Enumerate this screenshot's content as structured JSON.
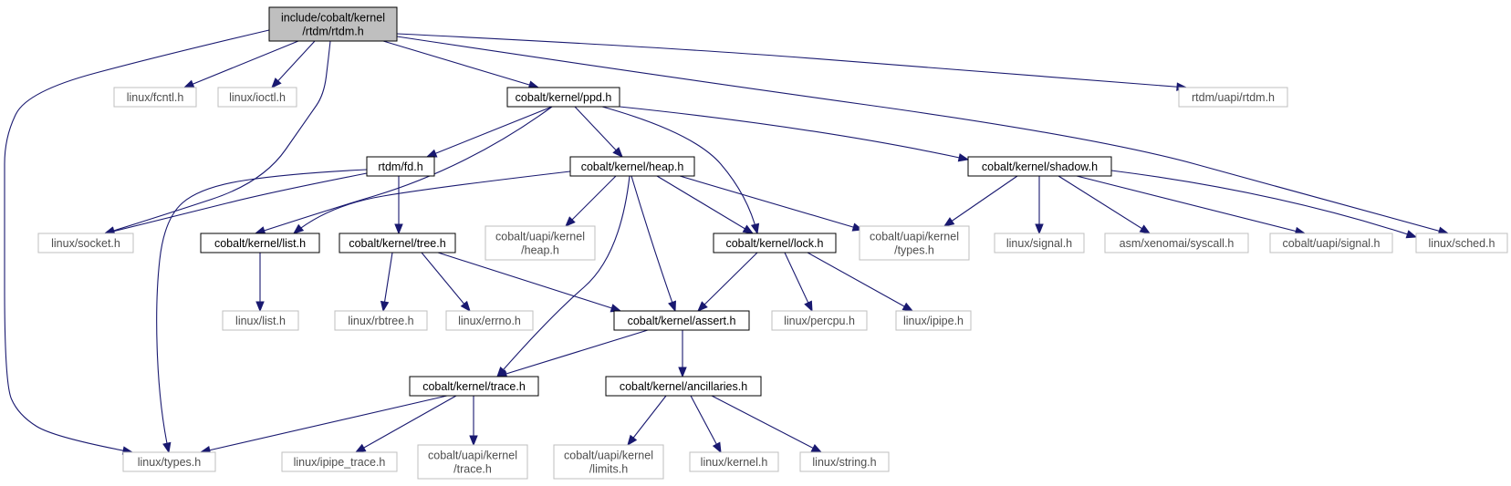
{
  "graph": {
    "nodes": {
      "rtdm_h": {
        "lines": [
          "include/cobalt/kernel",
          "/rtdm/rtdm.h"
        ],
        "style": "root"
      },
      "fcntl": {
        "lines": [
          "linux/fcntl.h"
        ],
        "style": "external"
      },
      "ioctl": {
        "lines": [
          "linux/ioctl.h"
        ],
        "style": "external"
      },
      "ppd": {
        "lines": [
          "cobalt/kernel/ppd.h"
        ],
        "style": "documented"
      },
      "uapi_rtdm": {
        "lines": [
          "rtdm/uapi/rtdm.h"
        ],
        "style": "external"
      },
      "fd": {
        "lines": [
          "rtdm/fd.h"
        ],
        "style": "documented"
      },
      "heap": {
        "lines": [
          "cobalt/kernel/heap.h"
        ],
        "style": "documented"
      },
      "shadow": {
        "lines": [
          "cobalt/kernel/shadow.h"
        ],
        "style": "documented"
      },
      "socket": {
        "lines": [
          "linux/socket.h"
        ],
        "style": "external"
      },
      "list": {
        "lines": [
          "cobalt/kernel/list.h"
        ],
        "style": "documented"
      },
      "tree": {
        "lines": [
          "cobalt/kernel/tree.h"
        ],
        "style": "documented"
      },
      "uapi_heap": {
        "lines": [
          "cobalt/uapi/kernel",
          "/heap.h"
        ],
        "style": "external"
      },
      "lock": {
        "lines": [
          "cobalt/kernel/lock.h"
        ],
        "style": "documented"
      },
      "uapi_types": {
        "lines": [
          "cobalt/uapi/kernel",
          "/types.h"
        ],
        "style": "external"
      },
      "signal": {
        "lines": [
          "linux/signal.h"
        ],
        "style": "external"
      },
      "syscall": {
        "lines": [
          "asm/xenomai/syscall.h"
        ],
        "style": "external"
      },
      "uapi_signal": {
        "lines": [
          "cobalt/uapi/signal.h"
        ],
        "style": "external"
      },
      "sched": {
        "lines": [
          "linux/sched.h"
        ],
        "style": "external"
      },
      "linux_list": {
        "lines": [
          "linux/list.h"
        ],
        "style": "external"
      },
      "rbtree": {
        "lines": [
          "linux/rbtree.h"
        ],
        "style": "external"
      },
      "errno": {
        "lines": [
          "linux/errno.h"
        ],
        "style": "external"
      },
      "assert": {
        "lines": [
          "cobalt/kernel/assert.h"
        ],
        "style": "documented"
      },
      "percpu": {
        "lines": [
          "linux/percpu.h"
        ],
        "style": "external"
      },
      "ipipe": {
        "lines": [
          "linux/ipipe.h"
        ],
        "style": "external"
      },
      "trace": {
        "lines": [
          "cobalt/kernel/trace.h"
        ],
        "style": "documented"
      },
      "ancillaries": {
        "lines": [
          "cobalt/kernel/ancillaries.h"
        ],
        "style": "documented"
      },
      "types": {
        "lines": [
          "linux/types.h"
        ],
        "style": "external"
      },
      "ipipe_trace": {
        "lines": [
          "linux/ipipe_trace.h"
        ],
        "style": "external"
      },
      "uapi_trace": {
        "lines": [
          "cobalt/uapi/kernel",
          "/trace.h"
        ],
        "style": "external"
      },
      "uapi_limits": {
        "lines": [
          "cobalt/uapi/kernel",
          "/limits.h"
        ],
        "style": "external"
      },
      "kernel": {
        "lines": [
          "linux/kernel.h"
        ],
        "style": "external"
      },
      "string": {
        "lines": [
          "linux/string.h"
        ],
        "style": "external"
      }
    },
    "edges": [
      [
        "rtdm_h",
        "fcntl"
      ],
      [
        "rtdm_h",
        "ioctl"
      ],
      [
        "rtdm_h",
        "socket"
      ],
      [
        "rtdm_h",
        "types"
      ],
      [
        "rtdm_h",
        "ppd"
      ],
      [
        "rtdm_h",
        "sched"
      ],
      [
        "rtdm_h",
        "uapi_rtdm"
      ],
      [
        "ppd",
        "fd"
      ],
      [
        "ppd",
        "list"
      ],
      [
        "ppd",
        "heap"
      ],
      [
        "ppd",
        "lock"
      ],
      [
        "ppd",
        "shadow"
      ],
      [
        "fd",
        "socket"
      ],
      [
        "fd",
        "types"
      ],
      [
        "fd",
        "tree"
      ],
      [
        "heap",
        "list"
      ],
      [
        "heap",
        "uapi_heap"
      ],
      [
        "heap",
        "lock"
      ],
      [
        "heap",
        "assert"
      ],
      [
        "heap",
        "trace"
      ],
      [
        "heap",
        "uapi_types"
      ],
      [
        "shadow",
        "uapi_types"
      ],
      [
        "shadow",
        "signal"
      ],
      [
        "shadow",
        "syscall"
      ],
      [
        "shadow",
        "uapi_signal"
      ],
      [
        "shadow",
        "sched"
      ],
      [
        "list",
        "linux_list"
      ],
      [
        "tree",
        "rbtree"
      ],
      [
        "tree",
        "errno"
      ],
      [
        "tree",
        "assert"
      ],
      [
        "lock",
        "assert"
      ],
      [
        "lock",
        "percpu"
      ],
      [
        "lock",
        "ipipe"
      ],
      [
        "assert",
        "trace"
      ],
      [
        "assert",
        "ancillaries"
      ],
      [
        "trace",
        "types"
      ],
      [
        "trace",
        "ipipe_trace"
      ],
      [
        "trace",
        "uapi_trace"
      ],
      [
        "ancillaries",
        "uapi_limits"
      ],
      [
        "ancillaries",
        "kernel"
      ],
      [
        "ancillaries",
        "string"
      ]
    ],
    "colors": {
      "edge": "#191970",
      "documented_border": "#000000",
      "external_border": "#bfbfbf",
      "root_fill": "#bfbfbf"
    }
  }
}
